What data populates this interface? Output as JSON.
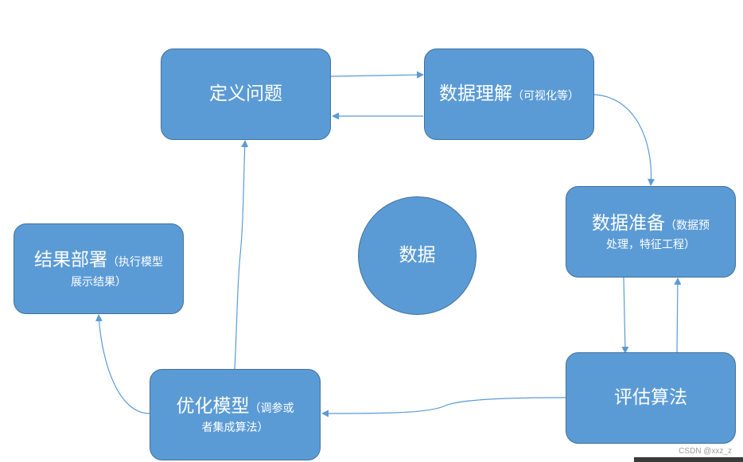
{
  "nodes": {
    "define_problem": {
      "title": "定义问题"
    },
    "data_understanding": {
      "title": "数据理解",
      "note": "（可视化等）"
    },
    "data_preparation": {
      "title": "数据准备",
      "note_line1": "（数据预",
      "note_line2": "处理，特征工程）"
    },
    "evaluate": {
      "title": "评估算法"
    },
    "optimize": {
      "title": "优化模型",
      "note_line1": "（调参或",
      "note_line2": "者集成算法）"
    },
    "deploy": {
      "title": "结果部署",
      "note_line1": "（执行模型",
      "note_line2": "展示结果）"
    },
    "center": {
      "title": "数据"
    }
  },
  "colors": {
    "fill": "#5b9bd5",
    "border": "#41719c",
    "edge": "#5b9bd5",
    "text": "#ffffff"
  },
  "watermark": "CSDN @xxz_z"
}
